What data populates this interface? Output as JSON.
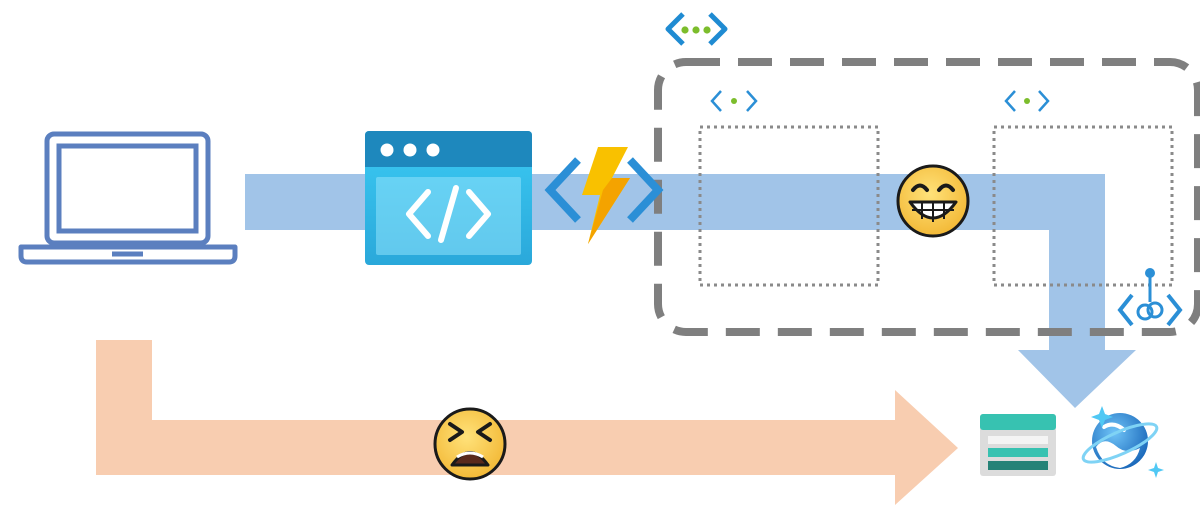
{
  "diagram": {
    "nodes": [
      {
        "id": "client",
        "icon": "laptop-icon"
      },
      {
        "id": "web-app",
        "icon": "web-app-icon"
      },
      {
        "id": "function-app",
        "icon": "azure-functions-icon"
      },
      {
        "id": "virtual-network",
        "icon": "virtual-network-icon"
      },
      {
        "id": "subnet-1",
        "icon": "subnet-icon"
      },
      {
        "id": "subnet-2",
        "icon": "subnet-icon"
      },
      {
        "id": "private-endpoint",
        "icon": "private-endpoint-icon"
      },
      {
        "id": "storage-account",
        "icon": "storage-account-icon"
      },
      {
        "id": "cosmos-db",
        "icon": "cosmos-db-icon"
      }
    ],
    "flows": [
      {
        "id": "private-path",
        "color": "#a1c4e8",
        "mood": "grinning-emoji"
      },
      {
        "id": "public-path",
        "color": "#f8cdb0",
        "mood": "tired-emoji"
      }
    ],
    "colors": {
      "laptop": "#5b7fbf",
      "vnet_border": "#7f7f7f",
      "subnet_border": "#8a8a8a",
      "azure_blue": "#1f8bd2",
      "green_dot": "#7cbd2c",
      "bolt": "#f9c100",
      "emoji": "#f7c84a"
    }
  }
}
